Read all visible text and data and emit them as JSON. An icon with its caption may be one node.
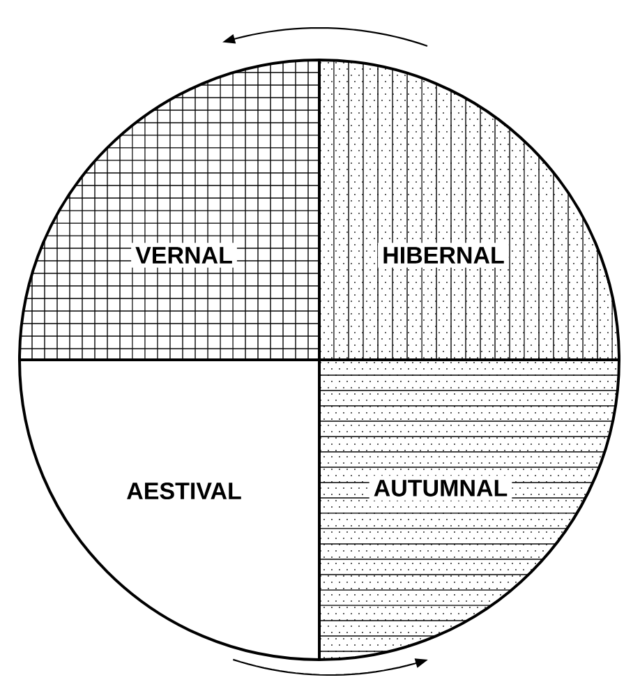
{
  "diagram": {
    "nodes": [
      {
        "text": [
          "VERNAL"
        ]
      },
      {
        "text": [
          "HIBERNAL"
        ]
      },
      {
        "text": [
          "AESTIVAL"
        ]
      },
      {
        "text": [
          "AUTUMNAL"
        ]
      }
    ]
  }
}
